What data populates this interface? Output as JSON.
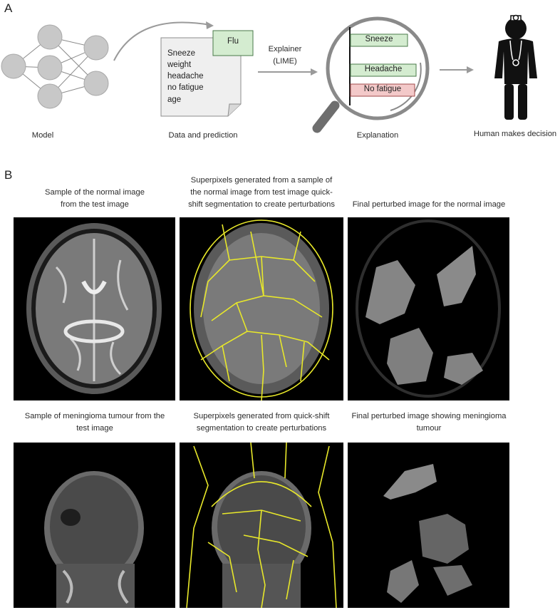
{
  "panel_a": {
    "letter": "A",
    "model_caption": "Model",
    "data_caption": "Data and prediction",
    "prediction_label": "Flu",
    "features": [
      "Sneeze",
      "weight",
      "headache",
      "no fatigue",
      "age"
    ],
    "explainer_label_line1": "Explainer",
    "explainer_label_line2": "(LIME)",
    "explanation_caption": "Explanation",
    "explanation_bars": [
      {
        "label": "Sneeze",
        "color": "#d4ecd0"
      },
      {
        "label": "Headache",
        "color": "#d4ecd0"
      },
      {
        "label": "No fatigue",
        "color": "#f3c9c9"
      }
    ],
    "human_caption": "Human makes decision",
    "colors": {
      "node": "#c8c8c8",
      "arrow": "#9a9a9a",
      "flu_box": "#d4ecd0",
      "doc": "#efefef"
    }
  },
  "panel_b": {
    "letter": "B",
    "row1": {
      "col1_caption_line1": "Sample of the normal image",
      "col1_caption_line2": "from the test image",
      "col2_caption_line1": "Superpixels generated from a sample of",
      "col2_caption_line2": "the normal image from test image quick-",
      "col2_caption_line3": "shift segmentation to create perturbations",
      "col3_caption": "Final perturbed image for the normal image"
    },
    "row2": {
      "col1_caption_line1": "Sample of meningioma tumour from the",
      "col1_caption_line2": "test image",
      "col2_caption_line1": "Superpixels generated from quick-shift",
      "col2_caption_line2": "segmentation to create perturbations",
      "col3_caption_line1": "Final perturbed image showing meningioma",
      "col3_caption_line2": "tumour"
    },
    "colors": {
      "superpixel": "#e8e82a",
      "background": "#000000"
    }
  }
}
